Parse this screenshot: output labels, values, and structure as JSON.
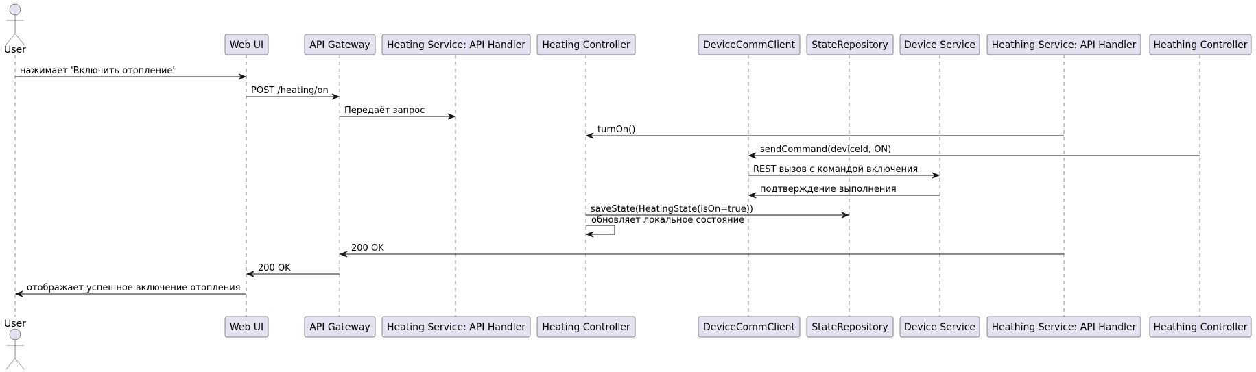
{
  "participants": [
    {
      "id": "user",
      "label": "User",
      "kind": "actor"
    },
    {
      "id": "webui",
      "label": "Web UI",
      "kind": "participant"
    },
    {
      "id": "gateway",
      "label": "API Gateway",
      "kind": "participant"
    },
    {
      "id": "heating_api",
      "label": "Heating Service: API Handler",
      "kind": "participant"
    },
    {
      "id": "heating_ctrl",
      "label": "Heating Controller",
      "kind": "participant"
    },
    {
      "id": "devcomm",
      "label": "DeviceCommClient",
      "kind": "participant"
    },
    {
      "id": "staterepo",
      "label": "StateRepository",
      "kind": "participant"
    },
    {
      "id": "devservice",
      "label": "Device Service",
      "kind": "participant"
    },
    {
      "id": "heathing_api",
      "label": "Heathing Service: API Handler",
      "kind": "participant"
    },
    {
      "id": "heathing_ctrl",
      "label": "Heathing Controller",
      "kind": "participant"
    }
  ],
  "messages": [
    {
      "from": "user",
      "to": "webui",
      "label": "нажимает 'Включить отопление'"
    },
    {
      "from": "webui",
      "to": "gateway",
      "label": "POST /heating/on"
    },
    {
      "from": "gateway",
      "to": "heating_api",
      "label": "Передаёт запрос"
    },
    {
      "from": "heathing_api",
      "to": "heating_ctrl",
      "label": "turnOn()"
    },
    {
      "from": "heathing_ctrl",
      "to": "devcomm",
      "label": "sendCommand(deviceId, ON)"
    },
    {
      "from": "devcomm",
      "to": "devservice",
      "label": "REST вызов с командой включения"
    },
    {
      "from": "devservice",
      "to": "devcomm",
      "label": "подтверждение выполнения"
    },
    {
      "from": "heating_ctrl",
      "to": "staterepo",
      "label": "saveState(HeatingState(isOn=true))"
    },
    {
      "from": "heating_ctrl",
      "to": "heating_ctrl",
      "label": "обновляет локальное состояние"
    },
    {
      "from": "heathing_api",
      "to": "gateway",
      "label": "200 OK"
    },
    {
      "from": "gateway",
      "to": "webui",
      "label": "200 OK"
    },
    {
      "from": "webui",
      "to": "user",
      "label": "отображает успешное включение отопления"
    }
  ]
}
